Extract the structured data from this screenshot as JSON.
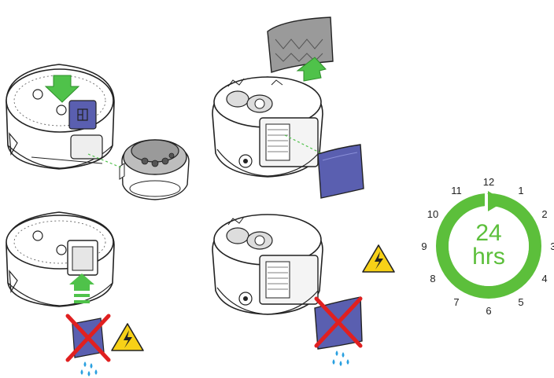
{
  "clock": {
    "hours_value": "24",
    "hours_unit": "hrs",
    "numbers": [
      "12",
      "1",
      "2",
      "3",
      "4",
      "5",
      "6",
      "7",
      "8",
      "9",
      "10",
      "11"
    ]
  },
  "colors": {
    "green": "#5cbf3b",
    "arrow_green": "#4fc24a",
    "purple": "#5a5fb0",
    "red_cross": "#e02020",
    "warning_yellow": "#f7d117",
    "water_blue": "#2aa0e0",
    "grey_filter": "#9a9a9a"
  },
  "icons": [
    "high-voltage-warning-icon",
    "water-drop-icon",
    "no-wash-cross-icon",
    "up-arrow-icon",
    "down-arrow-icon"
  ]
}
